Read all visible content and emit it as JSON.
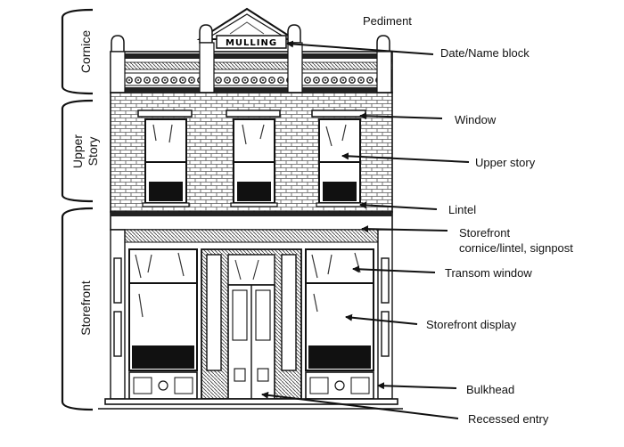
{
  "sections": {
    "cornice": "Cornice",
    "upper_story": "Upper\nStory",
    "storefront": "Storefront"
  },
  "sign_text": "MULLING",
  "labels": {
    "pediment": "Pediment",
    "date_name_block": "Date/Name block",
    "window": "Window",
    "upper_story": "Upper story",
    "lintel": "Lintel",
    "storefront_cornice": "Storefront\ncornice/lintel, signpost",
    "transom_window": "Transom window",
    "storefront_display": "Storefront display",
    "bulkhead": "Bulkhead",
    "recessed_entry": "Recessed entry"
  }
}
